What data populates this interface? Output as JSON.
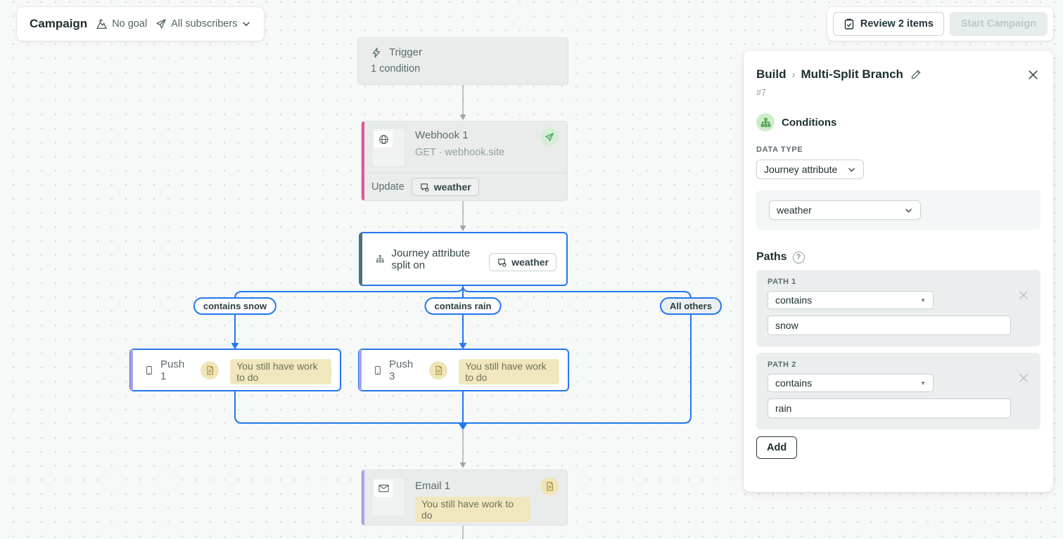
{
  "colors": {
    "accent_blue": "#2277f2",
    "canvas_bg": "#f7f8f8",
    "node_bg": "#e9eceb",
    "stripe_pink": "#e0569f",
    "stripe_purple": "#a7a5e3",
    "stripe_teal": "#4c6f72",
    "warning_badge_bg": "#f1e7bf",
    "success_green": "#43a15a"
  },
  "toolbar": {
    "title": "Campaign",
    "goal": "No goal",
    "audience": "All subscribers"
  },
  "actions": {
    "review": "Review 2 items",
    "start": "Start Campaign"
  },
  "canvas": {
    "trigger": {
      "title": "Trigger",
      "subtitle": "1 condition"
    },
    "webhook": {
      "title": "Webhook 1",
      "subtitle": "GET · webhook.site",
      "update_label": "Update",
      "chip": "weather"
    },
    "split": {
      "title": "Journey attribute split on",
      "chip": "weather"
    },
    "branches": [
      {
        "label": "contains snow"
      },
      {
        "label": "contains rain"
      },
      {
        "label": "All others"
      }
    ],
    "push1": {
      "title": "Push 1",
      "badge": "You still have work to do"
    },
    "push3": {
      "title": "Push 3",
      "badge": "You still have work to do"
    },
    "email": {
      "title": "Email 1",
      "badge": "You still have work to do"
    }
  },
  "panel": {
    "breadcrumb_root": "Build",
    "title": "Multi-Split Branch",
    "id": "#7",
    "section": "Conditions",
    "data_type_label": "DATA TYPE",
    "data_type_value": "Journey attribute",
    "attribute_value": "weather",
    "paths_title": "Paths",
    "paths": [
      {
        "label": "PATH 1",
        "operator": "contains",
        "value": "snow"
      },
      {
        "label": "PATH 2",
        "operator": "contains",
        "value": "rain"
      }
    ],
    "add_label": "Add"
  }
}
